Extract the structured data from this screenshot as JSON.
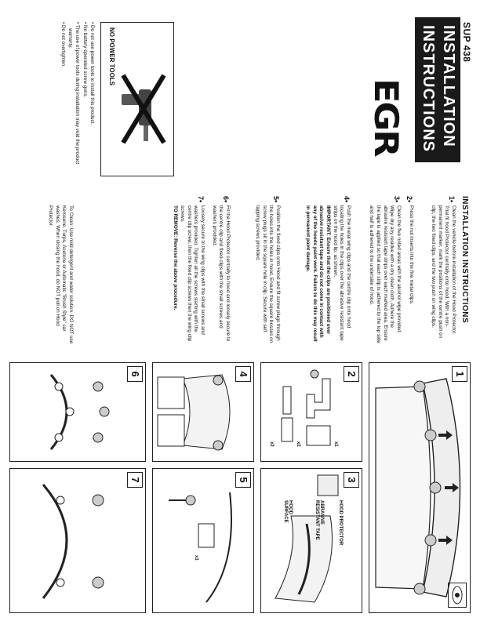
{
  "header": {
    "code": "SUP 438",
    "title_line1": "INSTALLATION",
    "title_line2": "INSTRUCTIONS",
    "brand": "EGR"
  },
  "no_power_tools": {
    "label": "NO POWER TOOLS",
    "notes": [
      "Do not use power tools to install this product.",
      "No battery operated screw guns.",
      "The use of power tools during installation may void the product warranty.",
      "Do not overtighten."
    ]
  },
  "instructions": {
    "heading": "INSTALLATION INSTRUCTIONS",
    "steps": [
      {
        "num": "1•",
        "text": "Clean the vehicle before installation of the Hood Protector. Trial fit hood Protector centrally onto hood. With a non-permanent marker, mark the positions of the centre push on clip, the two fixed clips, and the two push on wing clips."
      },
      {
        "num": "2•",
        "text": "Press the nut inserts into the five metal clips."
      },
      {
        "num": "3•",
        "text": "Clean the five noted areas with the alcohol wipe provided. Wipe dry any residue with a dry clean cloth. Adhere the abrasive resistant tape strips over each marked area. Ensure the tape is applied so that each strip is adhered to the top side and half is adhered to the underside of hood."
      },
      {
        "num": "4•",
        "text_a": "Push the metal wing clips and the centre clip onto hood locating the holes in the clips over the abrasive resistant tape strips on the hood lip, as shown.",
        "text_b": "IMPORTANT: Ensure that the clips are positioned over abrasive resistant tape and do not come in contact with any of the hoods paint work. Failure to do this may result in permanent paint damage."
      },
      {
        "num": "5•",
        "text": "Position the fixed clips onto Hood and fit screw plugs through the holes into the holes in hood. Ensure the square bosses on screw plugs sit in the square hole in clip. Secure with self tapping screws provided."
      },
      {
        "num": "6•",
        "text": "Fit the Hood Protector centrally to hood and loosely secure to the centre clip and fixed clips with the small screws and washers provided."
      },
      {
        "num": "7•",
        "text_a": "Loosely secure to the wing clips with the small screws and washers provided. Tighten all the screws starting with the centre clip screw, then the fixed clip screws then the wing clip screws.",
        "text_b": "TO REMOVE: Reverse the above procedure."
      }
    ],
    "care": "To Clean: Use mild detergent and water solution. DO NOT use Kerosene, Turps, Acetone or Automatic \"Brush Style\" car washes. When closing the hood, do NOT pull on Hood Protector."
  },
  "figures": {
    "panels": [
      "1",
      "2",
      "3",
      "4",
      "5",
      "6",
      "7"
    ],
    "fig2_qty": [
      "x1",
      "x2",
      "x2"
    ],
    "fig3_labels": [
      "HOOD PROTECTOR",
      "ABRASIVE RESISTANT TAPE",
      "HOOD SURFACE"
    ],
    "fig5_label": "x1"
  }
}
